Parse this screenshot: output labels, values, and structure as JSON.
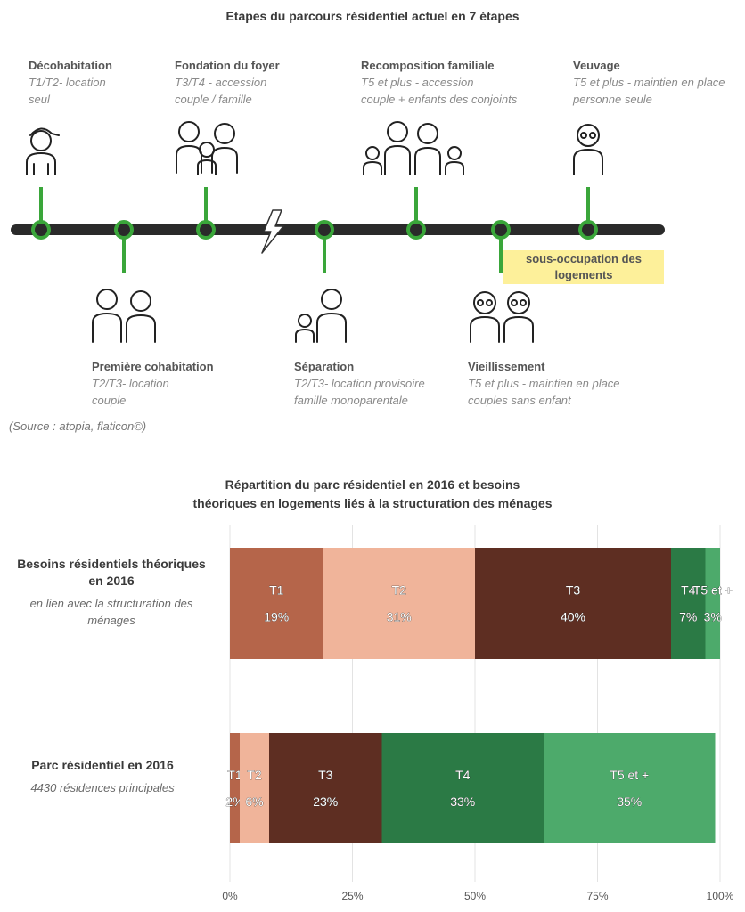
{
  "timeline": {
    "title": "Etapes du parcours résidentiel actuel en 7 étapes",
    "stages": [
      {
        "name": "Décohabitation",
        "desc1": "T1/T2- location",
        "desc2": "seul"
      },
      {
        "name": "Première cohabitation",
        "desc1": "T2/T3- location",
        "desc2": "couple"
      },
      {
        "name": "Fondation du foyer",
        "desc1": "T3/T4 - accession",
        "desc2": "couple / famille"
      },
      {
        "name": "Séparation",
        "desc1": "T2/T3- location provisoire",
        "desc2": "famille monoparentale"
      },
      {
        "name": "Recomposition familiale",
        "desc1": "T5 et plus - accession",
        "desc2": "couple + enfants des conjoints"
      },
      {
        "name": "Vieillissement",
        "desc1": "T5 et plus - maintien en place",
        "desc2": "couples sans enfant"
      },
      {
        "name": "Veuvage",
        "desc1": "T5 et plus - maintien en place",
        "desc2": "personne seule"
      }
    ],
    "callout_line1": "sous-occupation des",
    "callout_line2": "logements",
    "source": "(Source : atopia, flaticon©)",
    "colors": {
      "line": "#2a2a2a",
      "node": "#3aa63a"
    }
  },
  "chart_data": {
    "type": "bar",
    "orientation": "horizontal-stacked-100",
    "title_line1": "Répartition du parc résidentiel en 2016 et besoins",
    "title_line2": "théoriques en logements liés à la structuration des ménages",
    "xlim": [
      0,
      100
    ],
    "x_ticks": [
      "0%",
      "25%",
      "50%",
      "75%",
      "100%"
    ],
    "x_tick_values": [
      0,
      25,
      50,
      75,
      100
    ],
    "grid": true,
    "categories": [
      {
        "label": "Besoins résidentiels théoriques",
        "label2": "en 2016",
        "sub1": "en  lien avec la structuration des",
        "sub2": "ménages"
      },
      {
        "label": "Parc résidentiel en 2016",
        "label2": "",
        "sub1": "4430 résidences principales",
        "sub2": ""
      }
    ],
    "series": [
      {
        "name": "T1",
        "color": "#b5654a",
        "values": [
          19,
          2
        ]
      },
      {
        "name": "T2",
        "color": "#f0b49a",
        "values": [
          31,
          6
        ]
      },
      {
        "name": "T3",
        "color": "#5e2e22",
        "values": [
          40,
          23
        ]
      },
      {
        "name": "T4",
        "color": "#2b7a45",
        "values": [
          7,
          33
        ]
      },
      {
        "name": "T5 et +",
        "color": "#4daa6b",
        "values": [
          3,
          35
        ]
      }
    ],
    "value_labels": [
      [
        "19%",
        "31%",
        "40%",
        "7%",
        "3%"
      ],
      [
        "2%",
        "6%",
        "23%",
        "33%",
        "35%"
      ]
    ]
  }
}
